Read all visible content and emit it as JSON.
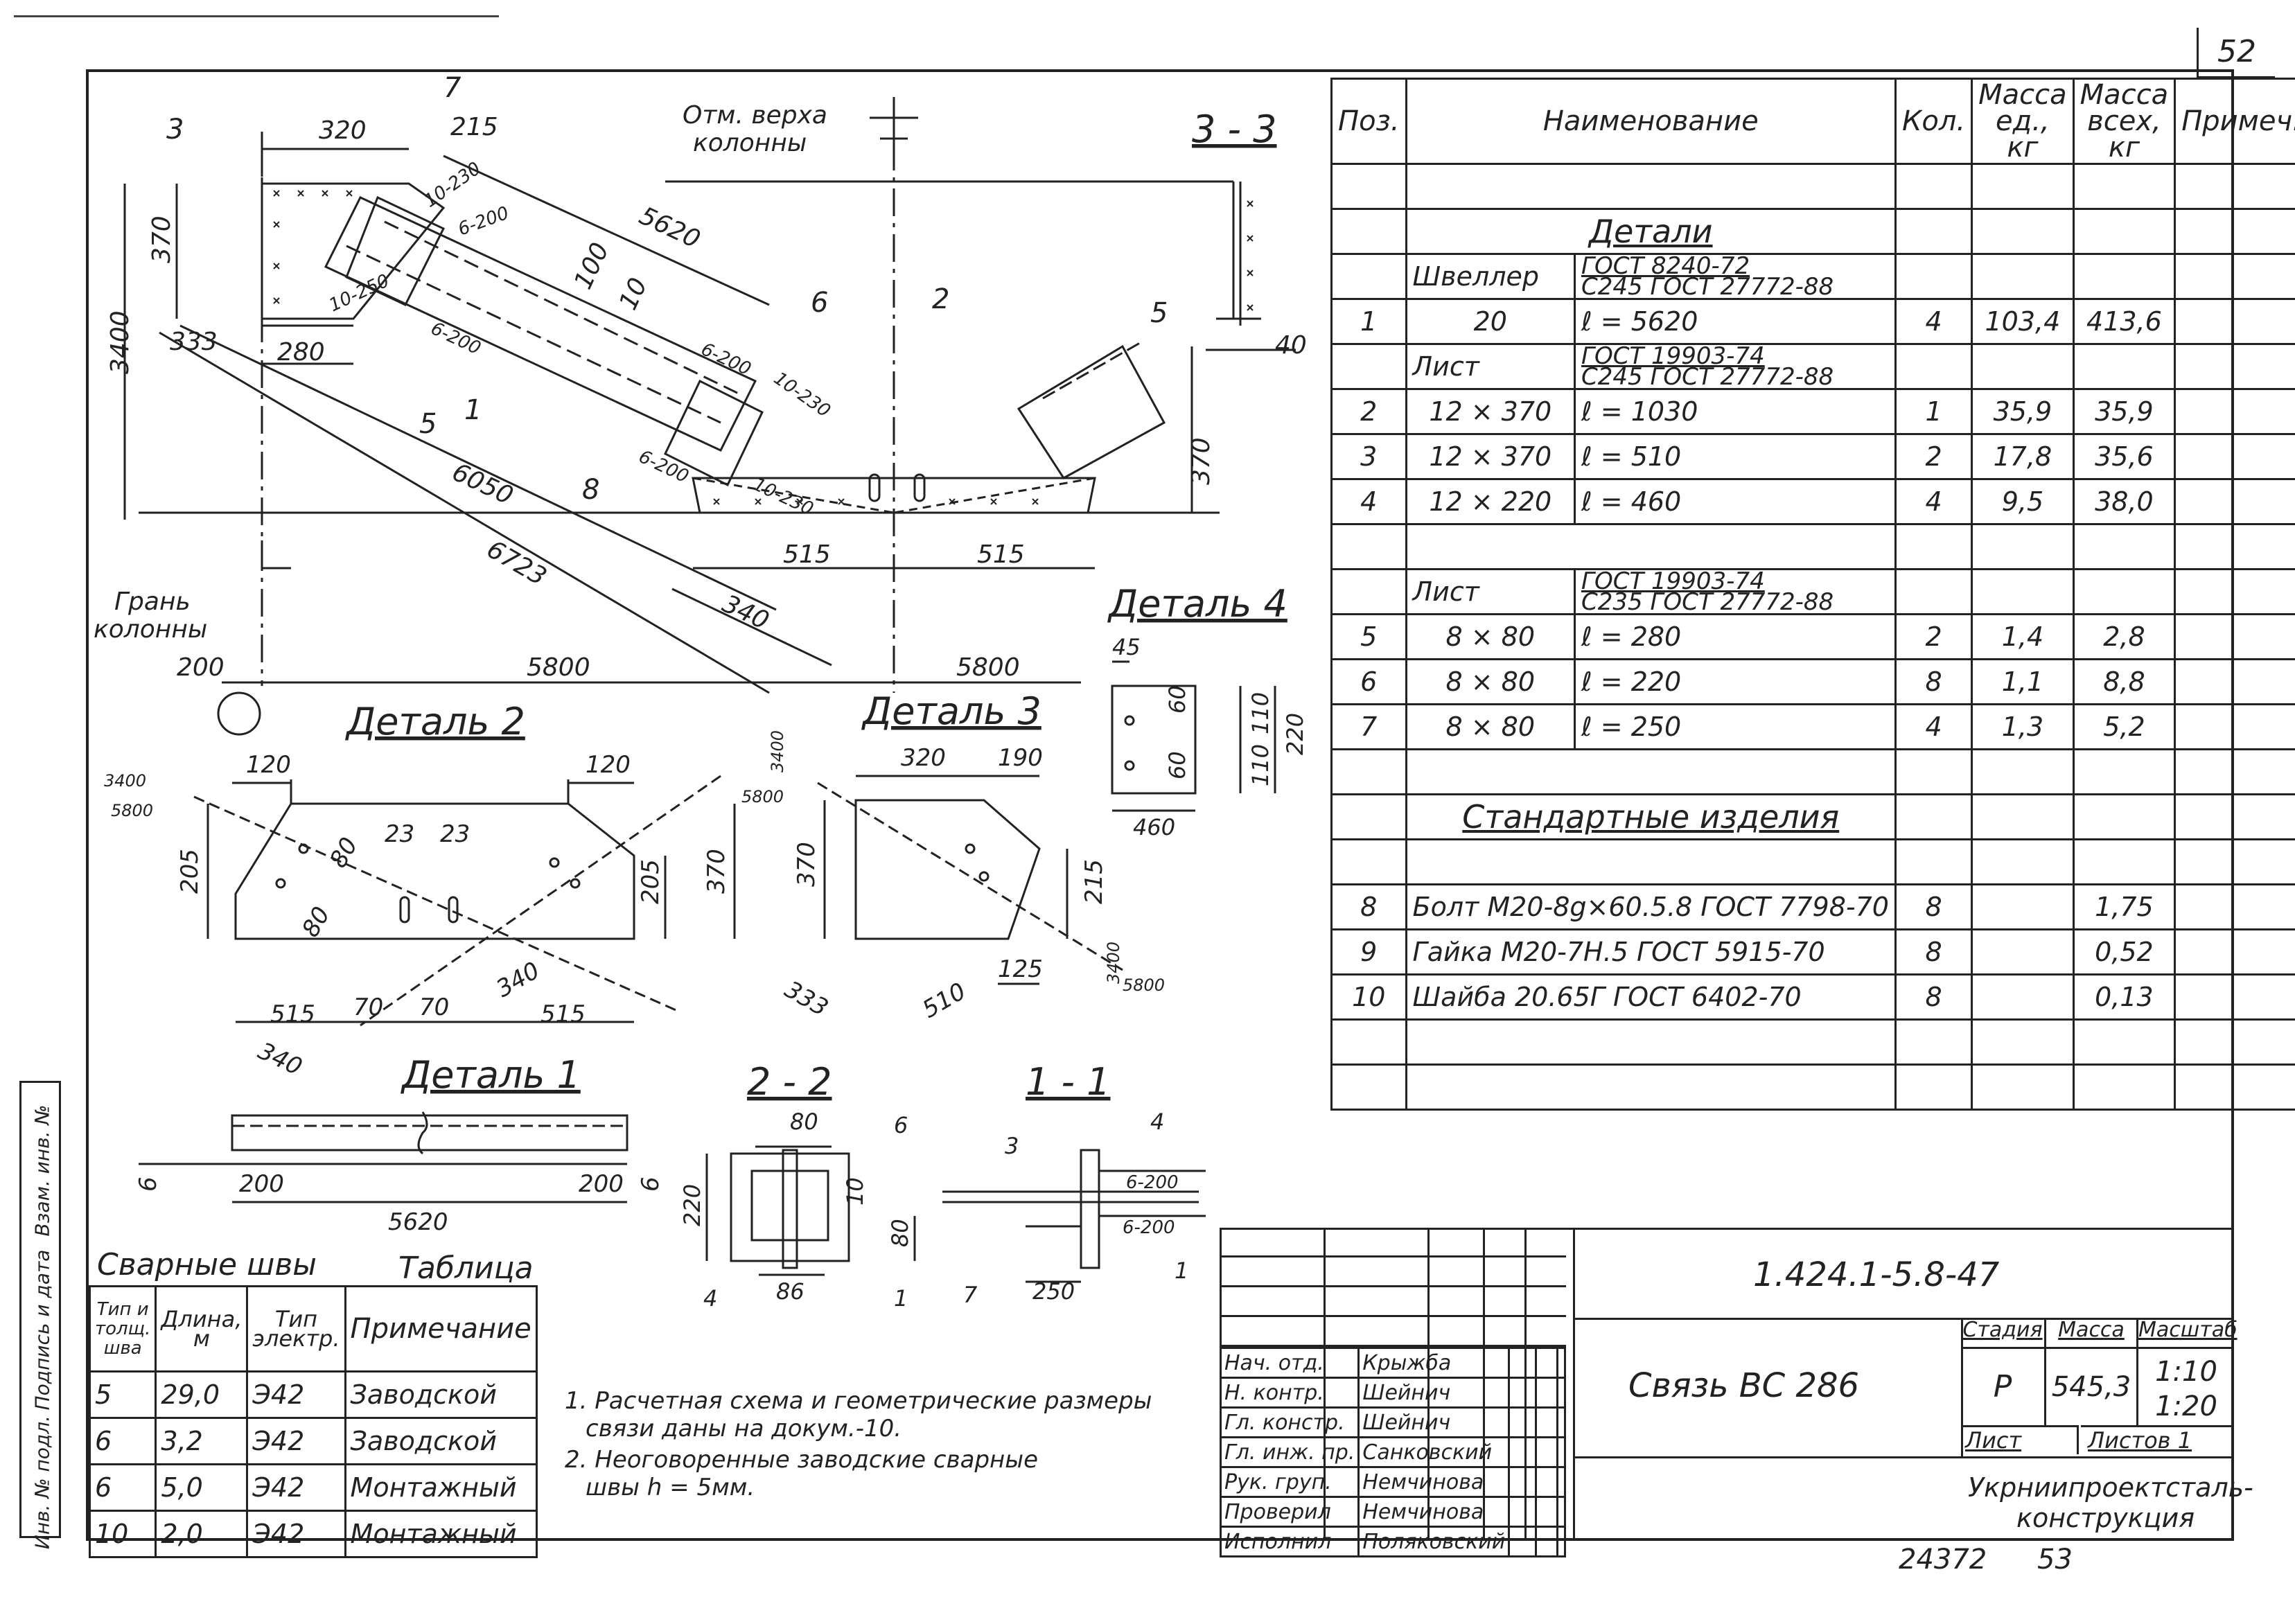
{
  "sheet": {
    "page_number": "52",
    "archive_number": "24372",
    "archive_page": "53"
  },
  "drawing": {
    "elevation_label": "Отм. верха колонны",
    "elevation_line1": "Отм. верха",
    "elevation_line2": "колонны",
    "column_face_line1": "Грань",
    "column_face_line2": "колонны",
    "section_33": "3 - 3",
    "section_22": "2 - 2",
    "section_11": "1 - 1",
    "detail_1": "Деталь 1",
    "detail_2": "Деталь 2",
    "detail_3": "Деталь 3",
    "detail_4": "Деталь 4",
    "dims": {
      "d320": "320",
      "d215": "215",
      "d5620": "5620",
      "d370": "370",
      "d3400": "3400",
      "d333": "333",
      "d280": "280",
      "d6050": "6050",
      "d6723": "6723",
      "d515a": "515",
      "d515b": "515",
      "d340": "340",
      "d5800a": "5800",
      "d5800b": "5800",
      "d200": "200",
      "d40": "40",
      "d100": "100",
      "d10": "10"
    },
    "d2_dims": {
      "d120a": "120",
      "d120b": "120",
      "d205a": "205",
      "d205b": "205",
      "d370": "370",
      "d23a": "23",
      "d23b": "23",
      "d80a": "80",
      "d80b": "80",
      "d515a": "515",
      "d515b": "515",
      "d70a": "70",
      "d70b": "70",
      "d340a": "340",
      "d340b": "340",
      "r3400": "3400",
      "r5800": "5800"
    },
    "d3_dims": {
      "d320": "320",
      "d190": "190",
      "d370": "370",
      "d215": "215",
      "d333": "333",
      "d510": "510",
      "d125": "125"
    },
    "d4_dims": {
      "d45": "45",
      "d60a": "60",
      "d60b": "60",
      "d110a": "110",
      "d110b": "110",
      "d220": "220",
      "d460": "460"
    },
    "d1_dims": {
      "d200a": "200",
      "d200b": "200",
      "d5620": "5620",
      "d6a": "6",
      "d6b": "6"
    },
    "s22_dims": {
      "d80": "80",
      "d220": "220",
      "d86": "86",
      "d10": "10"
    },
    "s11_dims": {
      "d6200a": "6-200",
      "d6200b": "6-200",
      "d80": "80",
      "d250": "250"
    },
    "weld_marks": [
      "10-230",
      "6-200",
      "6-200",
      "10-250",
      "10-230",
      "6-200",
      "6-200",
      "10-230"
    ],
    "positions": [
      "1",
      "2",
      "3",
      "4",
      "5",
      "6",
      "7",
      "8"
    ]
  },
  "spec_table": {
    "headers": {
      "pos": "Поз.",
      "name": "Наименование",
      "qty": "Кол.",
      "mass_unit": "Масса ед., кг",
      "mass_total": "Масса всех, кг",
      "note": "Примеч."
    },
    "section_details": "Детали",
    "channel_label": "Швеллер",
    "channel_std_top": "ГОСТ 8240-72",
    "channel_std_bottom": "С245 ГОСТ 27772-88",
    "sheet_label": "Лист",
    "sheet_std_top": "ГОСТ 19903-74",
    "sheet_std_bottom": "С245 ГОСТ 27772-88",
    "sheet2_label": "Лист",
    "sheet2_std_top": "ГОСТ 19903-74",
    "sheet2_std_bottom": "С235 ГОСТ 27772-88",
    "section_standard": "Стандартные изделия",
    "rows": [
      {
        "pos": "1",
        "size": "20",
        "len": "ℓ = 5620",
        "qty": "4",
        "mu": "103,4",
        "mt": "413,6"
      },
      {
        "pos": "2",
        "size": "12 × 370",
        "len": "ℓ = 1030",
        "qty": "1",
        "mu": "35,9",
        "mt": "35,9"
      },
      {
        "pos": "3",
        "size": "12 × 370",
        "len": "ℓ = 510",
        "qty": "2",
        "mu": "17,8",
        "mt": "35,6"
      },
      {
        "pos": "4",
        "size": "12 × 220",
        "len": "ℓ = 460",
        "qty": "4",
        "mu": "9,5",
        "mt": "38,0"
      },
      {
        "pos": "5",
        "size": "8 × 80",
        "len": "ℓ = 280",
        "qty": "2",
        "mu": "1,4",
        "mt": "2,8"
      },
      {
        "pos": "6",
        "size": "8 × 80",
        "len": "ℓ = 220",
        "qty": "8",
        "mu": "1,1",
        "mt": "8,8"
      },
      {
        "pos": "7",
        "size": "8 × 80",
        "len": "ℓ = 250",
        "qty": "4",
        "mu": "1,3",
        "mt": "5,2"
      }
    ],
    "std_rows": [
      {
        "pos": "8",
        "name": "Болт М20-8g×60.5.8 ГОСТ 7798-70",
        "qty": "8",
        "mt": "1,75"
      },
      {
        "pos": "9",
        "name": "Гайка М20-7Н.5 ГОСТ 5915-70",
        "qty": "8",
        "mt": "0,52"
      },
      {
        "pos": "10",
        "name": "Шайба 20.65Г ГОСТ 6402-70",
        "qty": "8",
        "mt": "0,13"
      }
    ]
  },
  "weld_table": {
    "title": "Сварные швы",
    "title_right": "Таблица",
    "headers": {
      "type": "Тип и толщ. шва",
      "length": "Длина, м",
      "electrode": "Тип электр.",
      "note": "Примечание"
    },
    "rows": [
      {
        "type": "5",
        "length": "29,0",
        "electrode": "Э42",
        "note": "Заводской"
      },
      {
        "type": "6",
        "length": "3,2",
        "electrode": "Э42",
        "note": "Заводской"
      },
      {
        "type": "6",
        "length": "5,0",
        "electrode": "Э42",
        "note": "Монтажный"
      },
      {
        "type": "10",
        "length": "2,0",
        "electrode": "Э42",
        "note": "Монтажный"
      }
    ]
  },
  "notes": {
    "n1a": "1. Расчетная схема и геометрические размеры",
    "n1b": "связи даны на докум.-10.",
    "n2a": "2. Неоговоренные заводские сварные",
    "n2b": "швы h = 5мм."
  },
  "side_stamp": {
    "inv_replace": "Взам. инв. №",
    "sign_date": "Подпись и дата",
    "inv_orig": "Инв. № подл."
  },
  "title_block": {
    "code": "1.424.1-5.8-47",
    "name": "Связь ВС 286",
    "stage_h": "Стадия",
    "mass_h": "Масса",
    "scale_h": "Масштаб",
    "stage": "Р",
    "mass": "545,3",
    "scale1": "1:10",
    "scale2": "1:20",
    "sheet_h": "Лист",
    "sheets_h": "Листов 1",
    "org1": "Укрниипроектсталь-",
    "org2": "конструкция",
    "people": [
      {
        "role": "Нач. отд.",
        "name": "Крыжба"
      },
      {
        "role": "Н. контр.",
        "name": "Шейнич"
      },
      {
        "role": "Гл. констр.",
        "name": "Шейнич"
      },
      {
        "role": "Гл. инж. пр.",
        "name": "Санковский"
      },
      {
        "role": "Рук. груп.",
        "name": "Немчинова"
      },
      {
        "role": "Проверил",
        "name": "Немчинова"
      },
      {
        "role": "Исполнил",
        "name": "Поляковский"
      }
    ]
  }
}
